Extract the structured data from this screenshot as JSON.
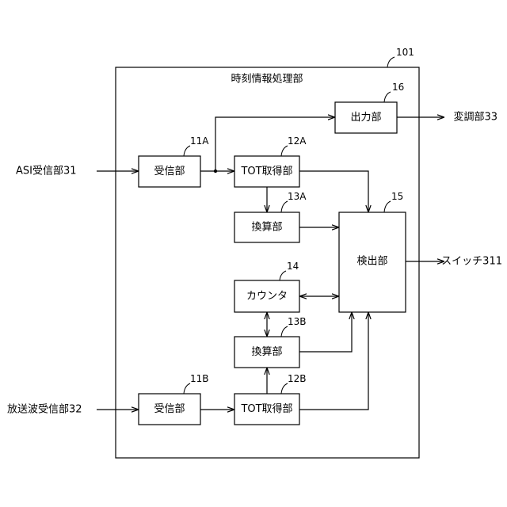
{
  "colors": {
    "line": "#000000",
    "background": "#ffffff",
    "text": "#000000"
  },
  "diagram": {
    "container": {
      "ref": "101",
      "title": "時刻情報処理部"
    },
    "blocks": {
      "output": {
        "label": "出力部",
        "ref": "16"
      },
      "receiver_a": {
        "label": "受信部",
        "ref": "11A"
      },
      "tot_a": {
        "label": "TOT取得部",
        "ref": "12A"
      },
      "converter_a": {
        "label": "換算部",
        "ref": "13A"
      },
      "detector": {
        "label": "検出部",
        "ref": "15"
      },
      "counter": {
        "label": "カウンタ",
        "ref": "14"
      },
      "converter_b": {
        "label": "換算部",
        "ref": "13B"
      },
      "receiver_b": {
        "label": "受信部",
        "ref": "11B"
      },
      "tot_b": {
        "label": "TOT取得部",
        "ref": "12B"
      }
    },
    "external": {
      "asi_receiver": "ASI受信部31",
      "broadcast_receiver": "放送波受信部32",
      "modulator": "変調部33",
      "switch": "スイッチ311"
    }
  }
}
